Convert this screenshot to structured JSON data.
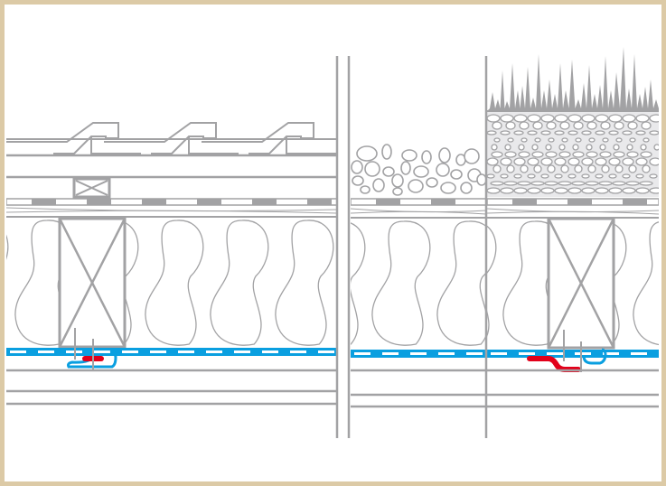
{
  "diagram": {
    "title": "",
    "panels": [
      {
        "name": "pitched-roof-with-tiles"
      },
      {
        "name": "flat-roof-gravel"
      },
      {
        "name": "green-roof"
      }
    ]
  },
  "colors": {
    "frame": "#dccaa6",
    "line": "#a2a2a4",
    "membrane": "#0a9fe0",
    "seal_tape": "#e2001a",
    "soil_fill": "#e9e9eb"
  }
}
